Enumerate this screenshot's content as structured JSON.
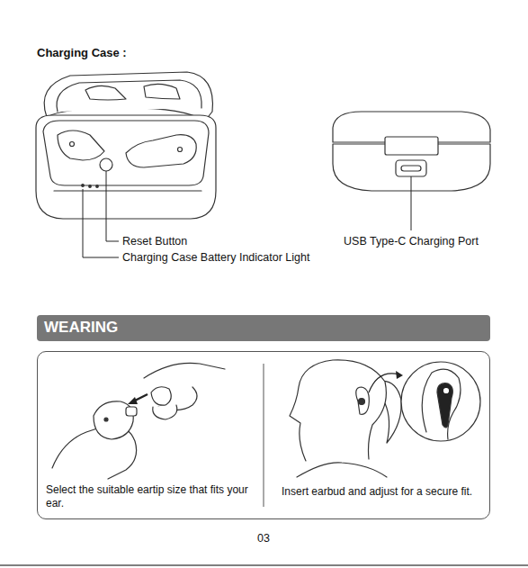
{
  "diagram": {
    "nodes": [
      {
        "text": [
          "WEARING"
        ]
      },
      {
        "text": [
          "Select the suitable eartip size that fits your ear.",
          "Insert earbud and adjust for a secure fit."
        ]
      }
    ],
    "labels": [
      "Charging Case :",
      "Reset Button",
      "Charging Case Battery Indicator Light",
      "USB Type-C Charging Port",
      "03"
    ]
  }
}
